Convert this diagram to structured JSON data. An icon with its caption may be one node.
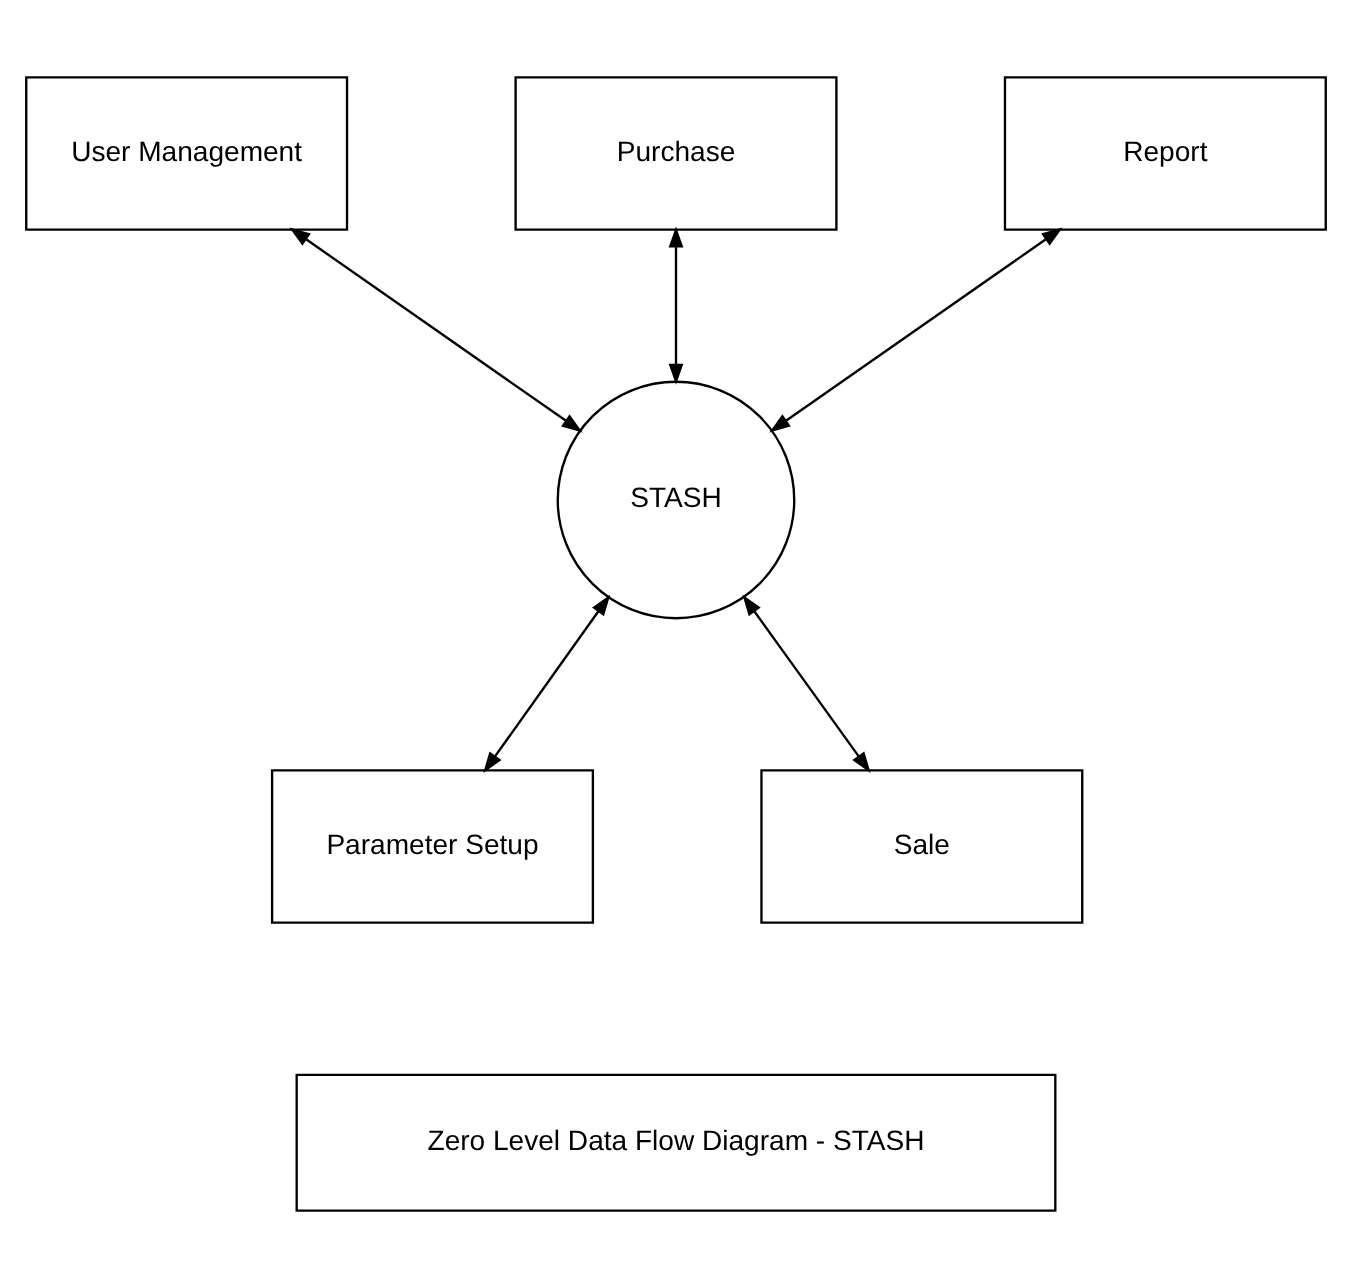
{
  "diagram": {
    "nodes": [
      {
        "text": [
          "User Management"
        ]
      },
      {
        "text": [
          "Purchase"
        ]
      },
      {
        "text": [
          "Report"
        ]
      },
      {
        "text": [
          "STASH"
        ]
      },
      {
        "text": [
          "Parameter Setup"
        ]
      },
      {
        "text": [
          "Sale"
        ]
      },
      {
        "text": [
          "Zero Level Data Flow Diagram - STASH"
        ]
      }
    ],
    "edges": [
      {
        "from": 1,
        "to": 3,
        "arrow": "both"
      },
      {
        "from": 0,
        "to": 3,
        "arrow": "both"
      },
      {
        "from": 2,
        "to": 3,
        "arrow": "both"
      },
      {
        "from": 3,
        "to": 4,
        "arrow": "both"
      },
      {
        "from": 3,
        "to": 5,
        "arrow": "both"
      }
    ]
  }
}
